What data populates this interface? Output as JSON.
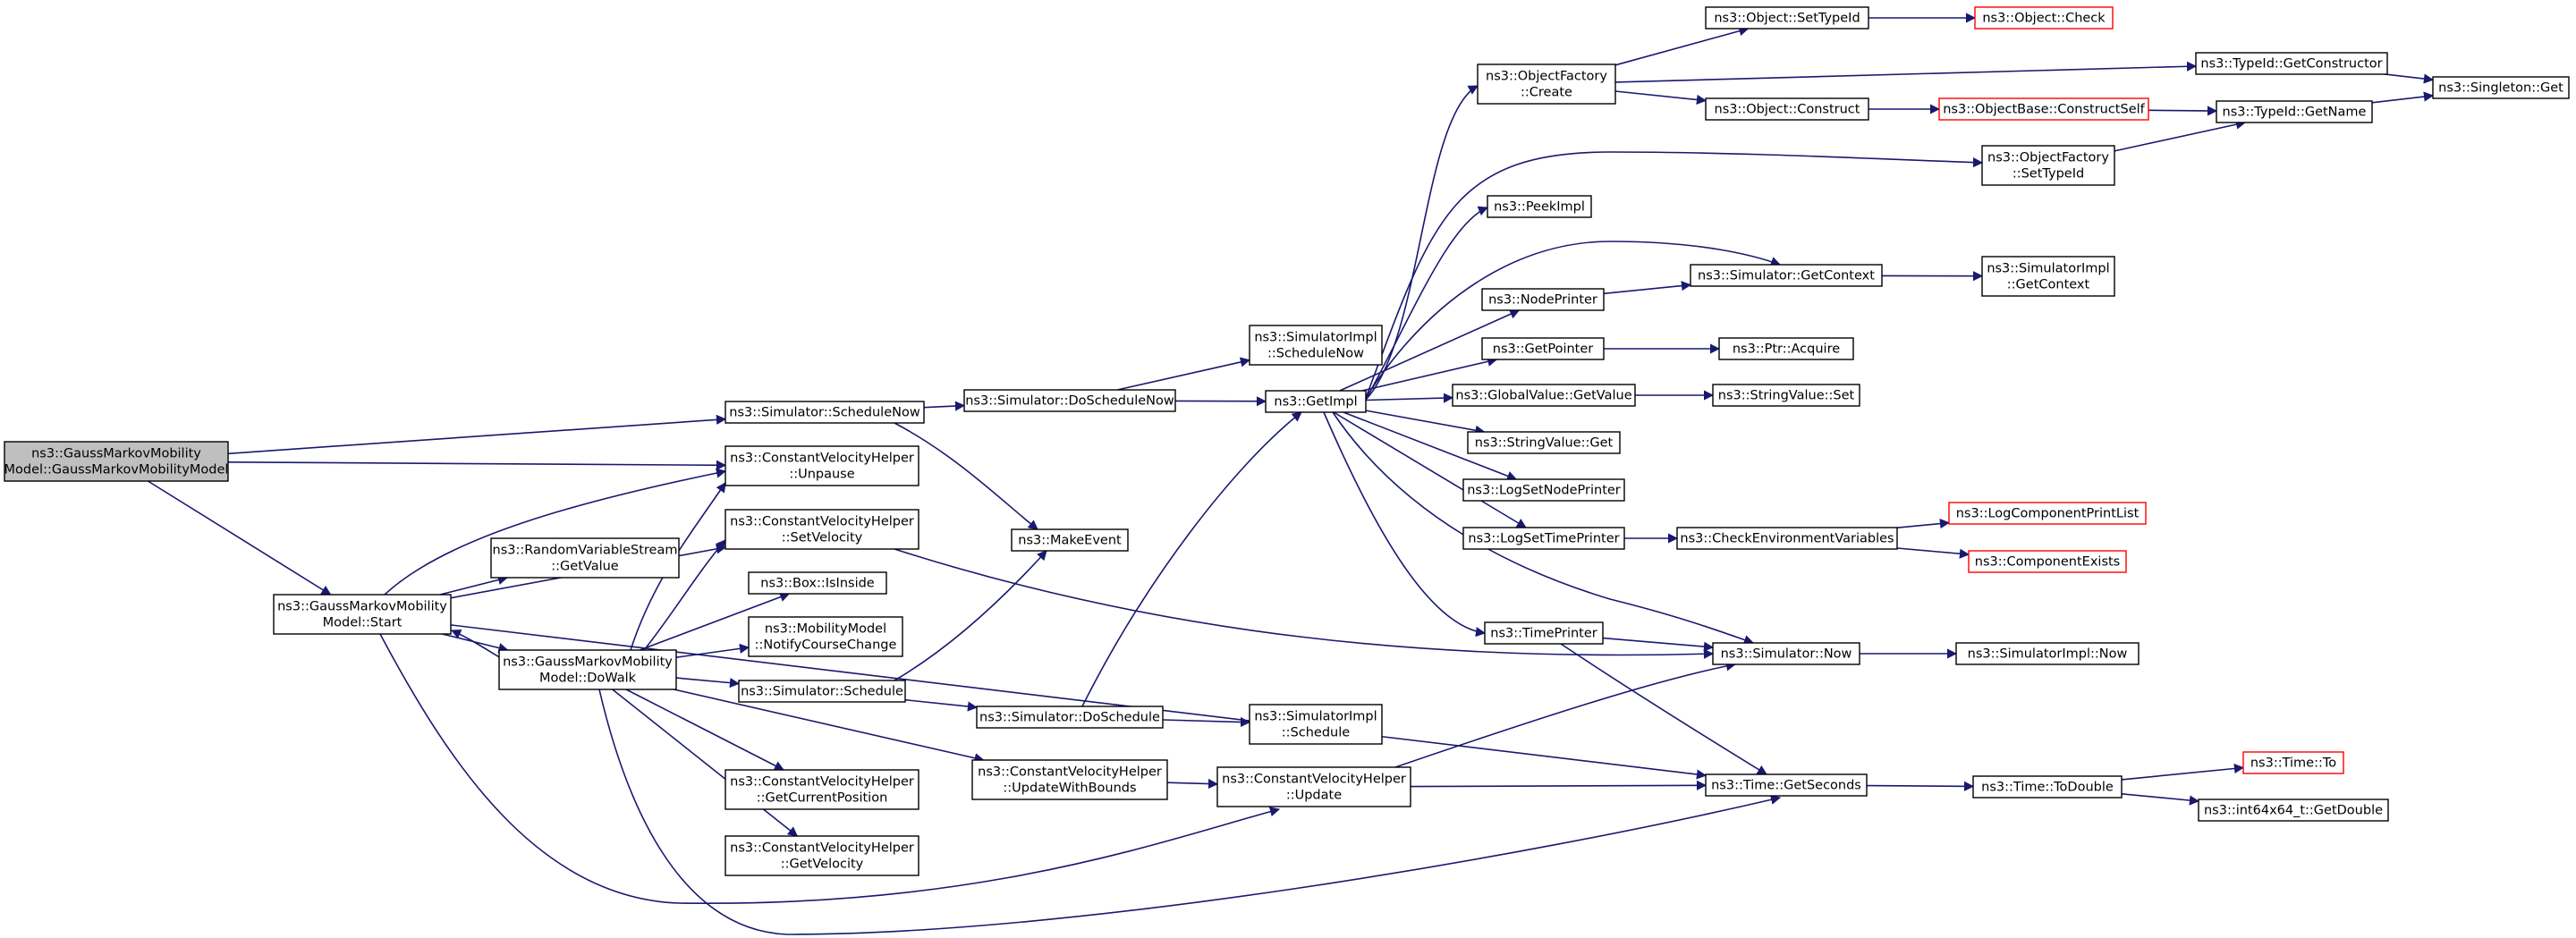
{
  "colors": {
    "edge": "#191970",
    "node_border": "#000000",
    "missing_node_border": "#ff0000",
    "root_fill": "#bfbfbf",
    "node_fill": "#ffffff"
  },
  "nodes": [
    {
      "id": "root",
      "lines": [
        "ns3::GaussMarkovMobility",
        "Model::GaussMarkovMobilityModel"
      ],
      "style": "root"
    },
    {
      "id": "start",
      "lines": [
        "ns3::GaussMarkovMobility",
        "Model::Start"
      ],
      "style": "normal"
    },
    {
      "id": "dowalk",
      "lines": [
        "ns3::GaussMarkovMobility",
        "Model::DoWalk"
      ],
      "style": "normal"
    },
    {
      "id": "schednow",
      "lines": [
        "ns3::Simulator::ScheduleNow"
      ],
      "style": "normal"
    },
    {
      "id": "unpause",
      "lines": [
        "ns3::ConstantVelocityHelper",
        "::Unpause"
      ],
      "style": "normal"
    },
    {
      "id": "setvel",
      "lines": [
        "ns3::ConstantVelocityHelper",
        "::SetVelocity"
      ],
      "style": "normal"
    },
    {
      "id": "rvs",
      "lines": [
        "ns3::RandomVariableStream",
        "::GetValue"
      ],
      "style": "normal"
    },
    {
      "id": "isinside",
      "lines": [
        "ns3::Box::IsInside"
      ],
      "style": "normal"
    },
    {
      "id": "notify",
      "lines": [
        "ns3::MobilityModel",
        "::NotifyCourseChange"
      ],
      "style": "normal"
    },
    {
      "id": "schedule",
      "lines": [
        "ns3::Simulator::Schedule"
      ],
      "style": "normal"
    },
    {
      "id": "getcurpos",
      "lines": [
        "ns3::ConstantVelocityHelper",
        "::GetCurrentPosition"
      ],
      "style": "normal"
    },
    {
      "id": "getvel",
      "lines": [
        "ns3::ConstantVelocityHelper",
        "::GetVelocity"
      ],
      "style": "normal"
    },
    {
      "id": "doschednow",
      "lines": [
        "ns3::Simulator::DoScheduleNow"
      ],
      "style": "normal"
    },
    {
      "id": "makeevent",
      "lines": [
        "ns3::MakeEvent"
      ],
      "style": "normal"
    },
    {
      "id": "dosched",
      "lines": [
        "ns3::Simulator::DoSchedule"
      ],
      "style": "normal"
    },
    {
      "id": "updbounds",
      "lines": [
        "ns3::ConstantVelocityHelper",
        "::UpdateWithBounds"
      ],
      "style": "normal"
    },
    {
      "id": "update",
      "lines": [
        "ns3::ConstantVelocityHelper",
        "::Update"
      ],
      "style": "normal"
    },
    {
      "id": "implschednow",
      "lines": [
        "ns3::SimulatorImpl",
        "::ScheduleNow"
      ],
      "style": "normal"
    },
    {
      "id": "getimpl",
      "lines": [
        "ns3::GetImpl"
      ],
      "style": "normal"
    },
    {
      "id": "implsched",
      "lines": [
        "ns3::SimulatorImpl",
        "::Schedule"
      ],
      "style": "normal"
    },
    {
      "id": "ofcreate",
      "lines": [
        "ns3::ObjectFactory",
        "::Create"
      ],
      "style": "normal"
    },
    {
      "id": "peekimpl",
      "lines": [
        "ns3::PeekImpl"
      ],
      "style": "normal"
    },
    {
      "id": "nodeprinter",
      "lines": [
        "ns3::NodePrinter"
      ],
      "style": "normal"
    },
    {
      "id": "getpointer",
      "lines": [
        "ns3::GetPointer"
      ],
      "style": "normal"
    },
    {
      "id": "gvgetvalue",
      "lines": [
        "ns3::GlobalValue::GetValue"
      ],
      "style": "normal"
    },
    {
      "id": "svget",
      "lines": [
        "ns3::StringValue::Get"
      ],
      "style": "normal"
    },
    {
      "id": "logsetnode",
      "lines": [
        "ns3::LogSetNodePrinter"
      ],
      "style": "normal"
    },
    {
      "id": "logsettime",
      "lines": [
        "ns3::LogSetTimePrinter"
      ],
      "style": "normal"
    },
    {
      "id": "timeprinter",
      "lines": [
        "ns3::TimePrinter"
      ],
      "style": "normal"
    },
    {
      "id": "objsettypeid",
      "lines": [
        "ns3::Object::SetTypeId"
      ],
      "style": "normal"
    },
    {
      "id": "objconstruct",
      "lines": [
        "ns3::Object::Construct"
      ],
      "style": "normal"
    },
    {
      "id": "simgetctx",
      "lines": [
        "ns3::Simulator::GetContext"
      ],
      "style": "normal"
    },
    {
      "id": "ptracquire",
      "lines": [
        "ns3::Ptr::Acquire"
      ],
      "style": "normal"
    },
    {
      "id": "svset",
      "lines": [
        "ns3::StringValue::Set"
      ],
      "style": "normal"
    },
    {
      "id": "checkenv",
      "lines": [
        "ns3::CheckEnvironmentVariables"
      ],
      "style": "normal"
    },
    {
      "id": "simnow",
      "lines": [
        "ns3::Simulator::Now"
      ],
      "style": "normal"
    },
    {
      "id": "getseconds",
      "lines": [
        "ns3::Time::GetSeconds"
      ],
      "style": "normal"
    },
    {
      "id": "objcheck",
      "lines": [
        "ns3::Object::Check"
      ],
      "style": "missing"
    },
    {
      "id": "obconstructself",
      "lines": [
        "ns3::ObjectBase::ConstructSelf"
      ],
      "style": "missing"
    },
    {
      "id": "ofsettypeid",
      "lines": [
        "ns3::ObjectFactory",
        "::SetTypeId"
      ],
      "style": "normal"
    },
    {
      "id": "implgetctx",
      "lines": [
        "ns3::SimulatorImpl",
        "::GetContext"
      ],
      "style": "normal"
    },
    {
      "id": "logcomplist",
      "lines": [
        "ns3::LogComponentPrintList"
      ],
      "style": "missing"
    },
    {
      "id": "compexists",
      "lines": [
        "ns3::ComponentExists"
      ],
      "style": "missing"
    },
    {
      "id": "implnow",
      "lines": [
        "ns3::SimulatorImpl::Now"
      ],
      "style": "normal"
    },
    {
      "id": "todouble",
      "lines": [
        "ns3::Time::ToDouble"
      ],
      "style": "normal"
    },
    {
      "id": "tidgetctor",
      "lines": [
        "ns3::TypeId::GetConstructor"
      ],
      "style": "normal"
    },
    {
      "id": "tidgetname",
      "lines": [
        "ns3::TypeId::GetName"
      ],
      "style": "normal"
    },
    {
      "id": "timeto",
      "lines": [
        "ns3::Time::To"
      ],
      "style": "missing"
    },
    {
      "id": "getdouble",
      "lines": [
        "ns3::int64x64_t::GetDouble"
      ],
      "style": "normal"
    },
    {
      "id": "singleton",
      "lines": [
        "ns3::Singleton::Get"
      ],
      "style": "normal"
    }
  ],
  "edges": [
    [
      "root",
      "schednow"
    ],
    [
      "root",
      "unpause"
    ],
    [
      "root",
      "start"
    ],
    [
      "start",
      "unpause"
    ],
    [
      "start",
      "setvel"
    ],
    [
      "start",
      "rvs"
    ],
    [
      "start",
      "dowalk"
    ],
    [
      "start",
      "update"
    ],
    [
      "start",
      "getseconds"
    ],
    [
      "dowalk",
      "start"
    ],
    [
      "dowalk",
      "unpause"
    ],
    [
      "dowalk",
      "setvel"
    ],
    [
      "dowalk",
      "isinside"
    ],
    [
      "dowalk",
      "notify"
    ],
    [
      "dowalk",
      "schedule"
    ],
    [
      "dowalk",
      "getcurpos"
    ],
    [
      "dowalk",
      "getvel"
    ],
    [
      "dowalk",
      "updbounds"
    ],
    [
      "dowalk",
      "getseconds"
    ],
    [
      "schednow",
      "doschednow"
    ],
    [
      "schednow",
      "makeevent"
    ],
    [
      "setvel",
      "simnow"
    ],
    [
      "schedule",
      "makeevent"
    ],
    [
      "schedule",
      "dosched"
    ],
    [
      "doschednow",
      "implschednow"
    ],
    [
      "doschednow",
      "getimpl"
    ],
    [
      "dosched",
      "getimpl"
    ],
    [
      "dosched",
      "implsched"
    ],
    [
      "updbounds",
      "update"
    ],
    [
      "update",
      "simnow"
    ],
    [
      "update",
      "getseconds"
    ],
    [
      "getimpl",
      "ofcreate"
    ],
    [
      "getimpl",
      "ofsettypeid"
    ],
    [
      "getimpl",
      "peekimpl"
    ],
    [
      "getimpl",
      "simgetctx"
    ],
    [
      "getimpl",
      "nodeprinter"
    ],
    [
      "getimpl",
      "getpointer"
    ],
    [
      "getimpl",
      "gvgetvalue"
    ],
    [
      "getimpl",
      "svget"
    ],
    [
      "getimpl",
      "logsetnode"
    ],
    [
      "getimpl",
      "logsettime"
    ],
    [
      "getimpl",
      "timeprinter"
    ],
    [
      "getimpl",
      "simnow"
    ],
    [
      "ofcreate",
      "objsettypeid"
    ],
    [
      "ofcreate",
      "objconstruct"
    ],
    [
      "ofcreate",
      "tidgetctor"
    ],
    [
      "nodeprinter",
      "simgetctx"
    ],
    [
      "getpointer",
      "ptracquire"
    ],
    [
      "gvgetvalue",
      "svset"
    ],
    [
      "logsettime",
      "checkenv"
    ],
    [
      "timeprinter",
      "simnow"
    ],
    [
      "timeprinter",
      "getseconds"
    ],
    [
      "objsettypeid",
      "objcheck"
    ],
    [
      "objconstruct",
      "obconstructself"
    ],
    [
      "obconstructself",
      "tidgetname"
    ],
    [
      "ofsettypeid",
      "tidgetname"
    ],
    [
      "simgetctx",
      "implgetctx"
    ],
    [
      "checkenv",
      "logcomplist"
    ],
    [
      "checkenv",
      "compexists"
    ],
    [
      "simnow",
      "implnow"
    ],
    [
      "getseconds",
      "todouble"
    ],
    [
      "todouble",
      "timeto"
    ],
    [
      "todouble",
      "getdouble"
    ],
    [
      "tidgetctor",
      "singleton"
    ],
    [
      "tidgetname",
      "singleton"
    ]
  ]
}
